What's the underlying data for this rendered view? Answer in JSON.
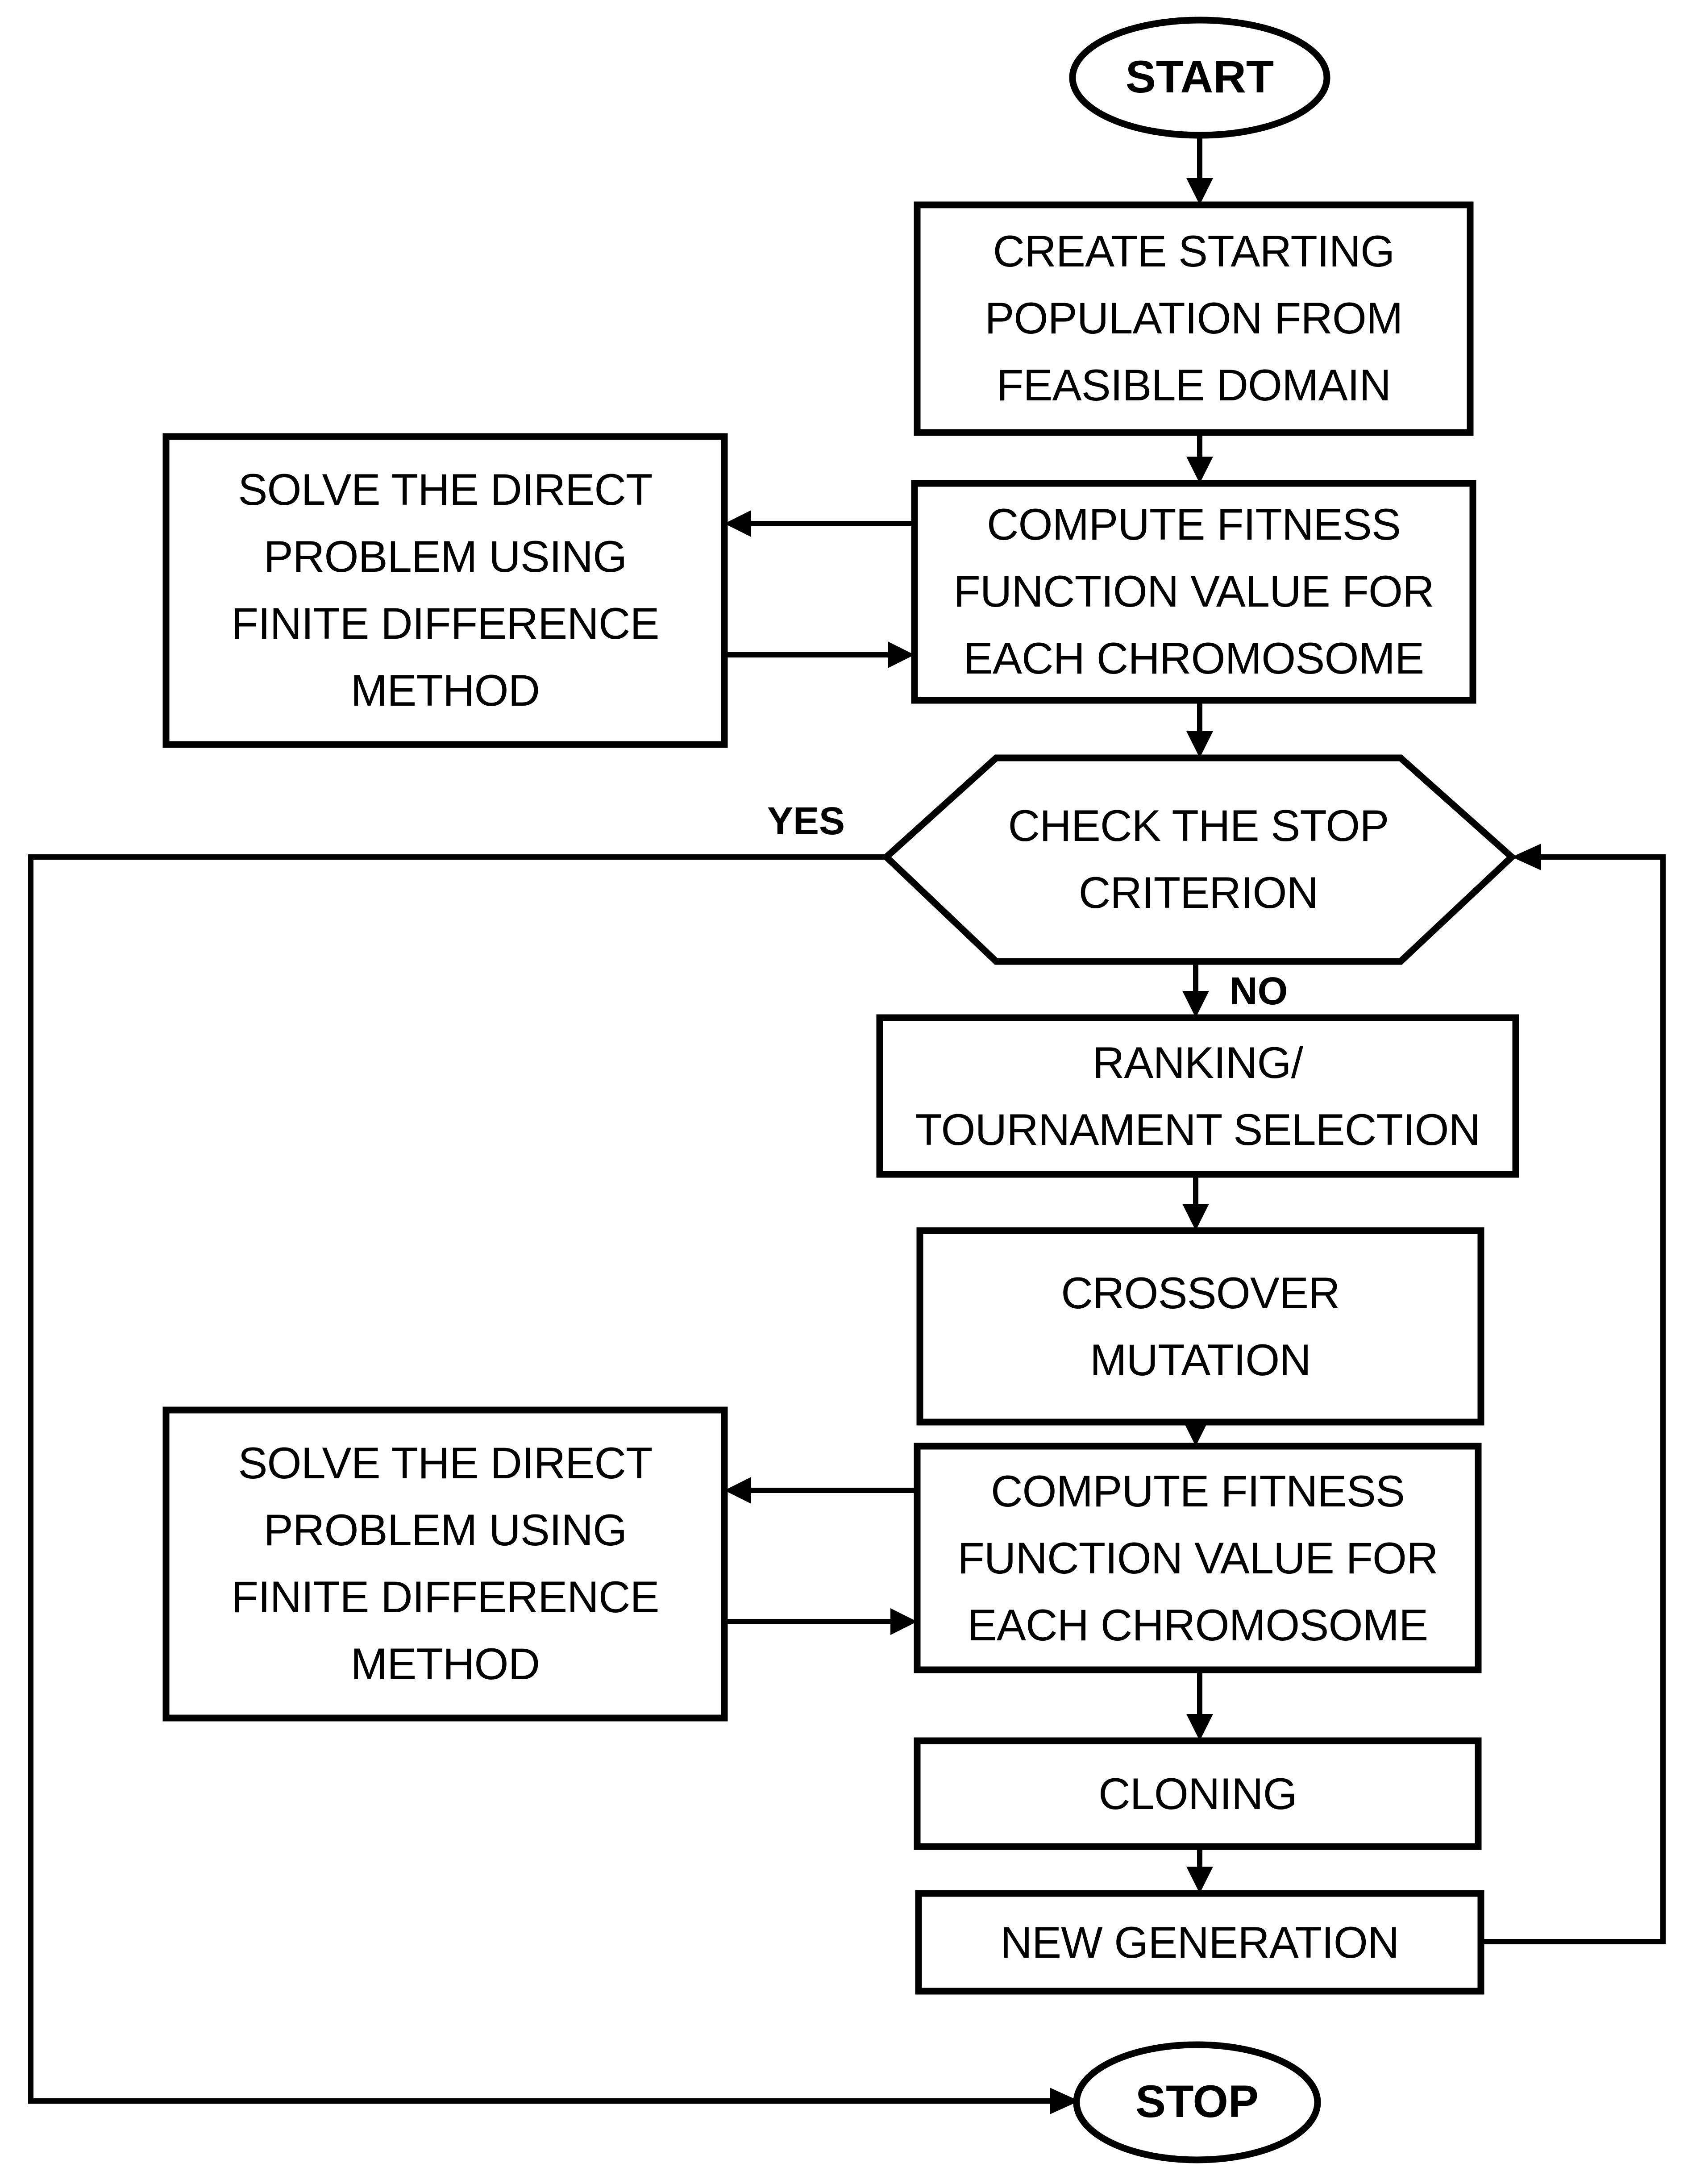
{
  "diagram": {
    "background": "#ffffff",
    "stroke_color": "#000000",
    "text_color": "#000000",
    "nodes": {
      "start": {
        "label": "START",
        "shape": "ellipse"
      },
      "create_population": {
        "label": "CREATE STARTING\nPOPULATION FROM\nFEASIBLE DOMAIN",
        "shape": "process"
      },
      "solve_direct_top": {
        "label": "SOLVE THE DIRECT\nPROBLEM USING\nFINITE DIFFERENCE\nMETHOD",
        "shape": "process"
      },
      "compute_fitness_top": {
        "label": "COMPUTE FITNESS\nFUNCTION VALUE FOR\nEACH CHROMOSOME",
        "shape": "process"
      },
      "check_stop_criterion": {
        "label": "CHECK THE STOP\nCRITERION",
        "shape": "decision-hexagon"
      },
      "ranking_tournament_selection": {
        "label": "RANKING/\nTOURNAMENT SELECTION",
        "shape": "process"
      },
      "crossover_mutation": {
        "label": "CROSSOVER\nMUTATION",
        "shape": "process"
      },
      "solve_direct_bottom": {
        "label": "SOLVE THE DIRECT\nPROBLEM USING\nFINITE DIFFERENCE\nMETHOD",
        "shape": "process"
      },
      "compute_fitness_bottom": {
        "label": "COMPUTE FITNESS\nFUNCTION VALUE FOR\nEACH CHROMOSOME",
        "shape": "process"
      },
      "cloning": {
        "label": "CLONING",
        "shape": "process"
      },
      "new_generation": {
        "label": "NEW GENERATION",
        "shape": "process"
      },
      "stop": {
        "label": "STOP",
        "shape": "ellipse"
      }
    },
    "edge_labels": {
      "yes": "YES",
      "no": "NO"
    }
  }
}
